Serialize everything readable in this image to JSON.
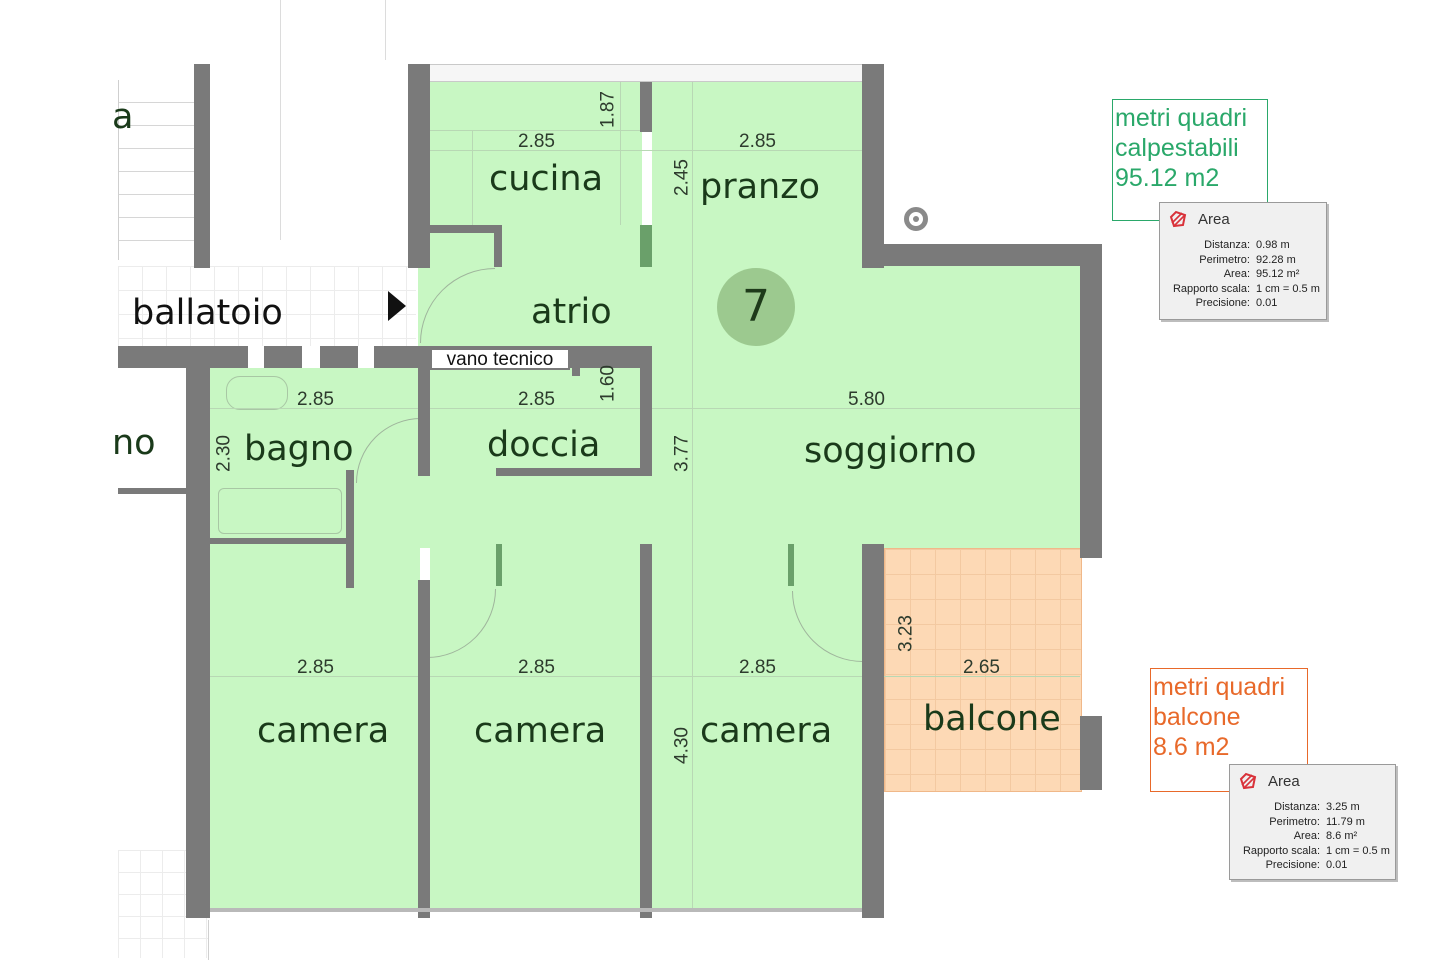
{
  "rooms": {
    "cucina": "cucina",
    "pranzo": "pranzo",
    "atrio": "atrio",
    "vano_tecnico": "vano tecnico",
    "bagno": "bagno",
    "doccia": "doccia",
    "soggiorno": "soggiorno",
    "camera_1": "camera",
    "camera_2": "camera",
    "camera_3": "camera",
    "balcone": "balcone",
    "ballatoio": "ballatoio",
    "fragment_a": "a",
    "fragment_no": "no"
  },
  "unit_number": "7",
  "dimensions": {
    "cucina_w": "2.85",
    "cucina_h": "1.87",
    "pranzo_w": "2.85",
    "pranzo_h": "2.45",
    "bagno_w": "2.85",
    "bagno_h": "2.30",
    "doccia_w": "2.85",
    "doccia_h": "1.60",
    "soggiorno_w": "5.80",
    "soggiorno_h": "3.77",
    "camera1_w": "2.85",
    "camera2_w": "2.85",
    "camera3_w": "2.85",
    "camera_h": "4.30",
    "balcone_w": "2.65",
    "balcone_h": "3.23"
  },
  "notes": {
    "calpestabili": {
      "line1": "metri quadri",
      "line2": "calpestabili",
      "line3": "95.12 m2",
      "color": "#2aa86a"
    },
    "balcone": {
      "line1": "metri quadri",
      "line2": "balcone",
      "line3": "8.6 m2",
      "color": "#e8692a"
    }
  },
  "area_panels": [
    {
      "title": "Area",
      "icon": "area-tool-icon",
      "rows": [
        {
          "key": "Distanza:",
          "value": "0.98 m"
        },
        {
          "key": "Perimetro:",
          "value": "92.28 m"
        },
        {
          "key": "Area:",
          "value": "95.12 m²"
        },
        {
          "key": "Rapporto scala:",
          "value": "1 cm = 0.5 m"
        },
        {
          "key": "Precisione:",
          "value": "0.01"
        }
      ]
    },
    {
      "title": "Area",
      "icon": "area-tool-icon",
      "rows": [
        {
          "key": "Distanza:",
          "value": "3.25 m"
        },
        {
          "key": "Perimetro:",
          "value": "11.79 m"
        },
        {
          "key": "Area:",
          "value": "8.6 m²"
        },
        {
          "key": "Rapporto scala:",
          "value": "1 cm = 0.5 m"
        },
        {
          "key": "Precisione:",
          "value": "0.01"
        }
      ]
    }
  ],
  "colors": {
    "room_fill": "#c8f7c3",
    "balcone_fill": "#fdd9b5",
    "wall": "#7a7a7a",
    "marker_fill": "#9cc98f"
  }
}
